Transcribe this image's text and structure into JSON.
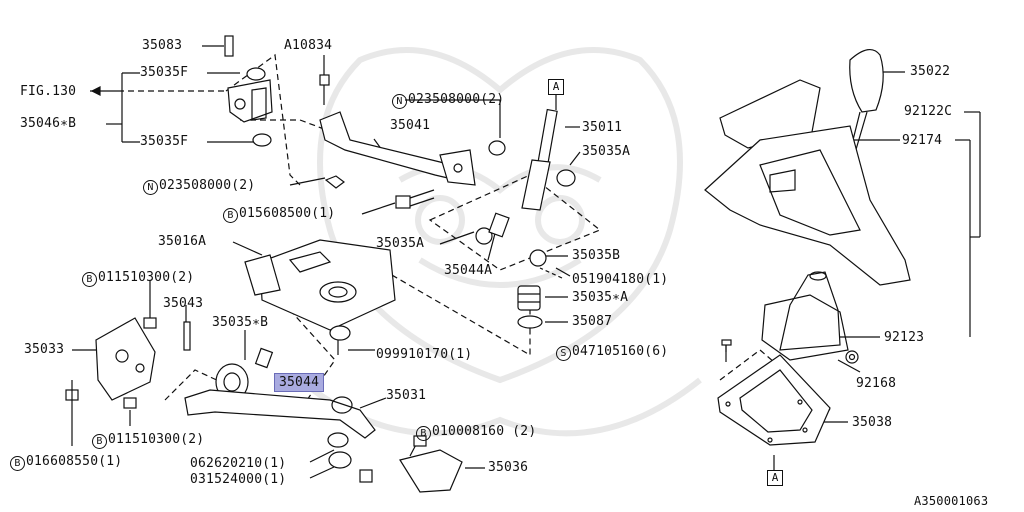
{
  "diagram_id": "A350001063",
  "fig_ref": "FIG.130",
  "labels": {
    "p35083": "35083",
    "pA10834": "A10834",
    "p35035F_top": "35035F",
    "p35046B": "35046∗B",
    "p35035F_bot": "35035F",
    "n023508000_left": "023508000(2)",
    "n023508000_right": "023508000(2)",
    "p35041": "35041",
    "p35011": "35011",
    "p35035A_right": "35035A",
    "b015608500": "015608500(1)",
    "p35016A": "35016A",
    "p35035A_left": "35035A",
    "p35044A": "35044A",
    "p35035B": "35035B",
    "p051904180": "051904180(1)",
    "b011510300_top": "011510300(2)",
    "p35043": "35043",
    "p35035starB": "35035∗B",
    "p35035starA": "35035∗A",
    "p35087": "35087",
    "p35033": "35033",
    "p35044": "35044",
    "p099910170": "099910170(1)",
    "p35031": "35031",
    "b011510300_bot": "011510300(2)",
    "b010008160": "010008160 (2)",
    "b016608550": "016608550(1)",
    "p062620210": "062620210(1)",
    "p031524000": "031524000(1)",
    "p35036": "35036",
    "p35022": "35022",
    "p92122C": "92122C",
    "p92174": "92174",
    "s047105160": "047105160(6)",
    "p92123": "92123",
    "p92168": "92168",
    "p35038": "35038"
  },
  "markers": {
    "circle_b": "B",
    "circle_n": "N",
    "circle_s": "S",
    "box_a": "A"
  },
  "highlight_color": "#a9abe0"
}
